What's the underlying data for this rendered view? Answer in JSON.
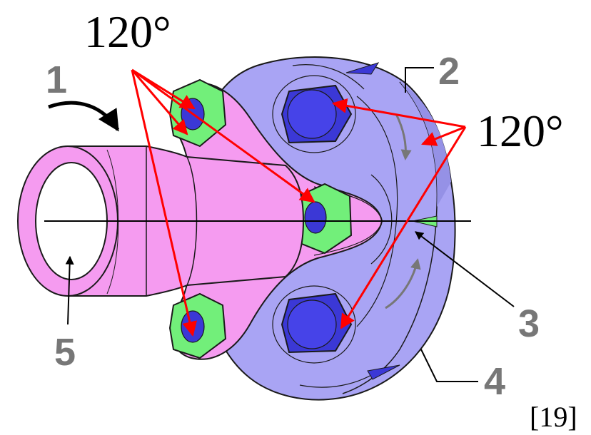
{
  "angle_labels": {
    "left": "120°",
    "right": "120°"
  },
  "part_numbers": {
    "n1": "1",
    "n2": "2",
    "n3": "3",
    "n4": "4",
    "n5": "5"
  },
  "citation": "[19]",
  "colors": {
    "disc": "#a9a4f4",
    "disc_shade": "#9591e6",
    "hub": "#f59bf0",
    "hub_shade": "#e785e3",
    "nut": "#72ef7a",
    "bolt": "#3b38d6",
    "arrow": "#ff0000",
    "label_grey": "#777777"
  }
}
